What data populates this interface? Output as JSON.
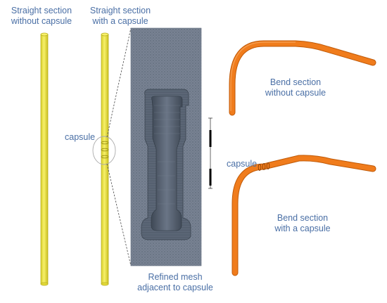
{
  "labels": {
    "straight_without": [
      "Straight section",
      "without capsule"
    ],
    "straight_with": [
      "Straight section",
      "with a capsule"
    ],
    "capsule_left": "capsule",
    "refined_mesh": [
      "Refined mesh",
      "adjacent to capsule"
    ],
    "bend_without": [
      "Bend section",
      "without capsule"
    ],
    "capsule_right": "capsule",
    "bend_with": [
      "Bend section",
      "with a capsule"
    ]
  },
  "colors": {
    "label_text": "#4a6fa5",
    "pipe_yellow": "#f2e94e",
    "pipe_yellow_edge": "#b9b020",
    "pipe_orange": "#f07c1c",
    "pipe_orange_edge": "#c05a08",
    "mesh_dark": "#525d6c",
    "mesh_light": "#8893a3"
  }
}
